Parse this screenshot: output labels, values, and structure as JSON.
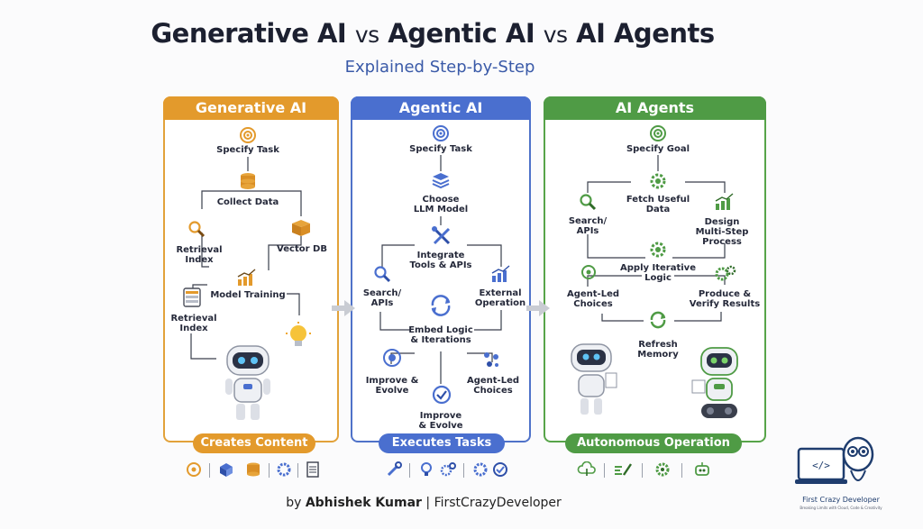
{
  "title": {
    "part1": "Generative AI",
    "vs1": "vs",
    "part2": "Agentic AI",
    "vs2": "vs",
    "part3": "AI Agents"
  },
  "subtitle": "Explained Step-by-Step",
  "panels": {
    "generative": {
      "header": "Generative AI",
      "color": "#e39a2c",
      "nodes": {
        "specify_task": "Specify Task",
        "collect_data": "Collect Data",
        "retrieval_index_1": "Retrieval\nIndex",
        "vector_db": "Vector DB",
        "model_training": "Model Training",
        "retrieval_index_2": "Retrieval\nIndex"
      },
      "pill": "Creates Content"
    },
    "agentic": {
      "header": "Agentic AI",
      "color": "#4a6fcf",
      "nodes": {
        "specify_task": "Specify Task",
        "choose_llm": "Choose\nLLM Model",
        "integrate_tools": "Integrate\nTools & APIs",
        "search_apis": "Search/\nAPIs",
        "external_operation": "External\nOperation",
        "embed_logic": "Embed Logic\n& Iterations",
        "improve_evolve_1": "Improve &\nEvolve",
        "agent_led_choices": "Agent-Led\nChoices",
        "improve_evolve_2": "Improve\n& Evolve"
      },
      "pill": "Executes Tasks"
    },
    "agents": {
      "header": "AI Agents",
      "color": "#4f9b45",
      "nodes": {
        "specify_goal": "Specify Goal",
        "fetch_data": "Fetch Useful\nData",
        "search_apis": "Search/\nAPIs",
        "design_process": "Design\nMulti-Step\nProcess",
        "apply_logic": "Apply Iterative\nLogic",
        "agent_led_choices": "Agent-Led\nChoices",
        "produce_verify": "Produce &\nVerify Results",
        "refresh_memory": "Refresh\nMemory"
      },
      "pill": "Autonomous Operation"
    }
  },
  "footer_icons": {
    "generative": [
      "target-icon",
      "cube-icon",
      "database-icon",
      "gear-icon",
      "document-icon"
    ],
    "agentic": [
      "wrench-icon",
      "bulb-gear-icon",
      "gears-icon",
      "gear-icon",
      "badge-icon"
    ],
    "agents": [
      "cloud-download-icon",
      "speed-icon",
      "gear-cycle-icon",
      "robot-tools-icon"
    ]
  },
  "byline": {
    "prefix": "by",
    "author": "Abhishek Kumar",
    "separator": "|",
    "site": "FirstCrazyDeveloper"
  },
  "brand": {
    "name": "First Crazy Developer",
    "tagline": "Breaking Limits with Cloud, Code & Creativity"
  }
}
